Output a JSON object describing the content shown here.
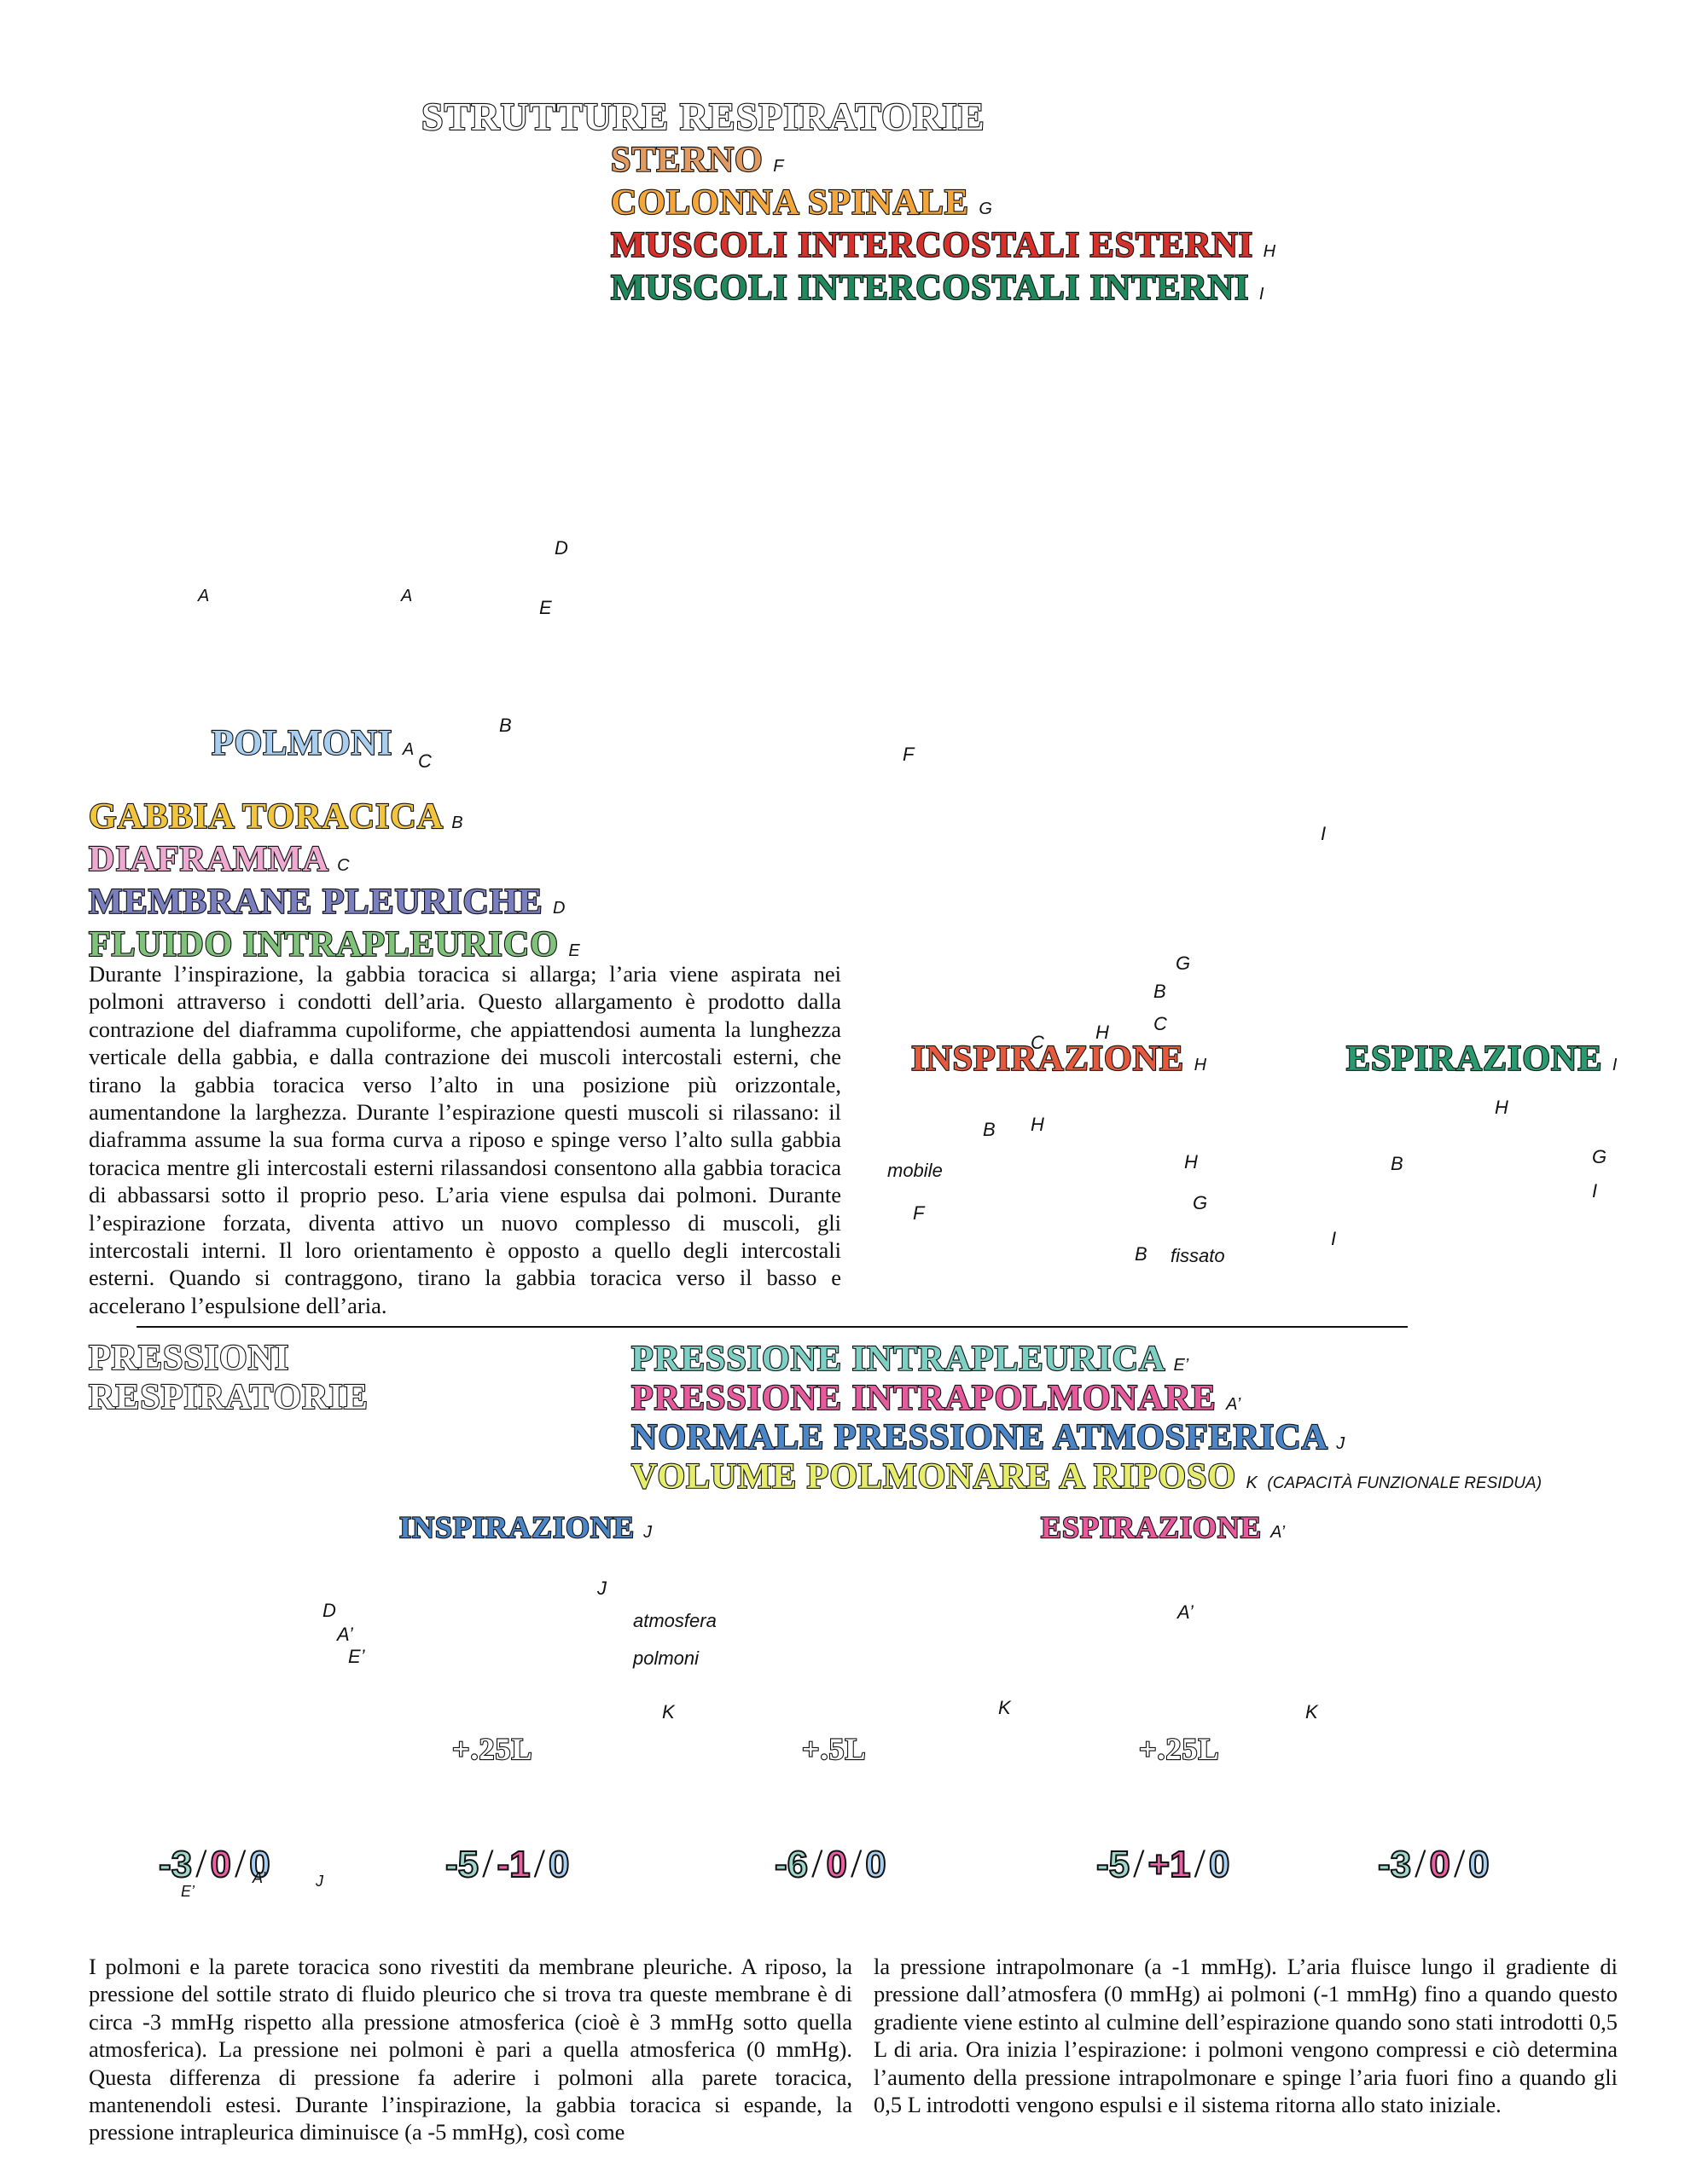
{
  "structures": {
    "title": "STRUTTURE RESPIRATORIE",
    "items": [
      {
        "label": "STERNO",
        "tag": "F",
        "color": "#e39a5e"
      },
      {
        "label": "COLONNA SPINALE",
        "tag": "G",
        "color": "#f4a63a"
      },
      {
        "label": "MUSCOLI INTERCOSTALI ESTERNI",
        "tag": "H",
        "color": "#d7312b"
      },
      {
        "label": "MUSCOLI INTERCOSTALI INTERNI",
        "tag": "I",
        "color": "#1f8a5d"
      }
    ],
    "lungs_label": "POLMONI",
    "lungs_tag": "A",
    "left_items": [
      {
        "label": "GABBIA TORACICA",
        "tag": "B",
        "color": "#f2c53e"
      },
      {
        "label": "DIAFRAMMA",
        "tag": "C",
        "color": "#eeaad0"
      },
      {
        "label": "MEMBRANE PLEURICHE",
        "tag": "D",
        "color": "#7a7fc0"
      },
      {
        "label": "FLUIDO INTRAPLEURICO",
        "tag": "E",
        "color": "#7fc27a"
      }
    ],
    "letters": {
      "A": "A",
      "B": "B",
      "C": "C",
      "D": "D",
      "E": "E",
      "F": "F",
      "G": "G",
      "H": "H",
      "I": "I"
    },
    "paragraph": "Durante l’inspirazione, la gabbia toracica si allarga; l’aria viene aspirata nei polmoni attraverso i condotti dell’aria. Questo allargamento è prodotto dalla contrazione del diaframma cupoliforme, che appiattendosi aumenta la lunghezza verticale della gabbia, e dalla contrazione dei muscoli intercostali esterni, che tirano la gabbia toracica verso l’alto in una posizione più orizzontale, aumentandone la larghezza. Durante l’espirazione questi muscoli si rilassano: il diaframma assume la sua forma curva a riposo e spinge verso l’alto sulla gabbia toracica mentre gli intercostali esterni rilassandosi consentono alla gabbia toracica di abbassarsi sotto il proprio peso. L’aria viene espulsa dai polmoni. Durante l’espirazione forzata, diventa attivo un nuovo complesso di muscoli, gli intercostali interni. Il loro orientamento è opposto a quello degli intercostali esterni. Quando si contraggono, tirano la gabbia toracica verso il basso e accelerano l’espulsione dell’aria.",
    "insp_label": "INSPIRAZIONE",
    "insp_tag": "H",
    "esp_label": "ESPIRAZIONE",
    "esp_tag": "I",
    "mobile": "mobile",
    "fissato": "fissato"
  },
  "pressures": {
    "title_line1": "PRESSIONI",
    "title_line2": "RESPIRATORIE",
    "legend": [
      {
        "label": "PRESSIONE INTRAPLEURICA",
        "tag": "E’",
        "color": "#7fd0c4"
      },
      {
        "label": "PRESSIONE INTRAPOLMONARE",
        "tag": "A’",
        "color": "#e85a9e"
      },
      {
        "label": "NORMALE PRESSIONE ATMOSFERICA",
        "tag": "J",
        "color": "#4a86c8"
      },
      {
        "label": "VOLUME POLMONARE A RIPOSO",
        "tag": "K",
        "note": "(CAPACITÀ FUNZIONALE RESIDUA)",
        "color": "#e6ec6c"
      }
    ],
    "insp_label": "INSPIRAZIONE",
    "insp_tag": "J",
    "esp_label": "ESPIRAZIONE",
    "esp_tag": "A’",
    "atmosfera": "atmosfera",
    "polmoni": "polmoni",
    "letters": {
      "D": "D",
      "Ap": "A’",
      "Ep": "E’",
      "J": "J",
      "K": "K"
    },
    "stages": [
      {
        "volume": "",
        "values": [
          "-3",
          "0",
          "0"
        ]
      },
      {
        "volume": "+.25L",
        "values": [
          "-5",
          "-1",
          "0"
        ]
      },
      {
        "volume": "+.5L",
        "values": [
          "-6",
          "0",
          "0"
        ]
      },
      {
        "volume": "+.25L",
        "values": [
          "-5",
          "+1",
          "0"
        ]
      },
      {
        "volume": "",
        "values": [
          "-3",
          "0",
          "0"
        ]
      }
    ],
    "paragraph_left": "I polmoni e la parete toracica sono rivestiti da membrane pleuriche. A riposo, la pressione del sottile strato di fluido pleurico che si trova tra queste membrane è di circa -3 mmHg rispetto alla pressione atmosferica (cioè è 3 mmHg sotto quella atmosferica). La pressione nei polmoni è pari a quella atmosferica (0 mmHg). Questa differenza di pressione fa aderire i polmoni alla parete toracica, mantenendoli estesi. Durante l’inspirazione, la gabbia toracica si espande, la pressione intrapleurica diminuisce (a -5 mmHg), così come",
    "paragraph_right": "la pressione intrapolmonare (a -1 mmHg). L’aria fluisce lungo il gradiente di pressione dall’atmosfera (0 mmHg) ai polmoni (-1 mmHg) fino a quando questo gradiente viene estinto al culmine dell’espirazione quando sono stati introdotti 0,5 L di aria. Ora inizia l’espirazione: i polmoni vengono compressi e ciò determina l’aumento della pressione intrapolmonare e spinge l’aria fuori fino a quando gli 0,5 L introdotti vengono espulsi e il sistema ritorna allo stato iniziale."
  }
}
